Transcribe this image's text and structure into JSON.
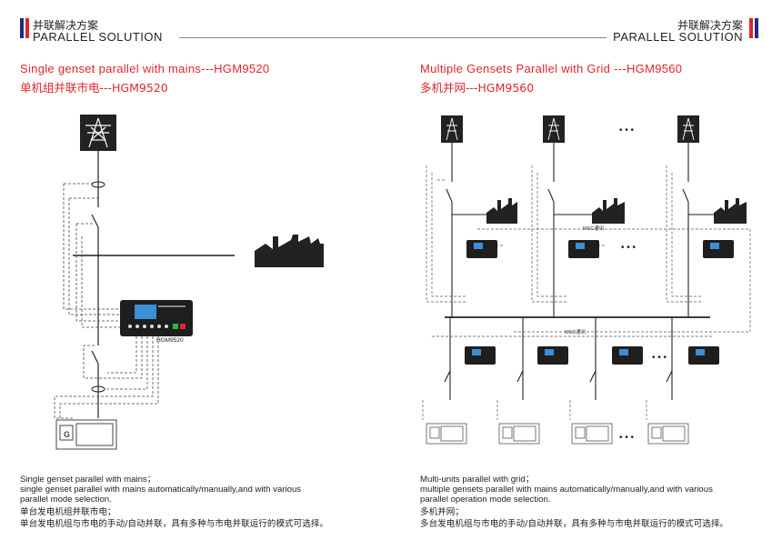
{
  "header": {
    "left_cn": "并联解决方案",
    "left_en": "PARALLEL SOLUTION",
    "right_cn": "并联解决方案",
    "right_en": "PARALLEL SOLUTION",
    "flag_colors": [
      "#1d2b83",
      "#e0262b"
    ]
  },
  "left": {
    "title_en": "Single genset parallel with mains---HGM9520",
    "title_cn": "单机组并联市电---HGM9520",
    "controller_label": "HGM9520",
    "desc_en_1": "Single genset parallel with mains；",
    "desc_en_2": "single genset parallel with mains automatically/manually,and with various",
    "desc_en_3": "parallel mode selection.",
    "desc_cn_1": "单台发电机组并联市电；",
    "desc_cn_2": "单台发电机组与市电的手动/自动并联，具有多种与市电并联运行的模式可选择。"
  },
  "right": {
    "title_en": "Multiple Gensets Parallel with Grid ---HGM9560",
    "title_cn": "多机并网---HGM9560",
    "msc_label": "MSC通讯",
    "ellipsis": "• • •",
    "desc_en_1": "Multi-units parallel with grid；",
    "desc_en_2": "multiple gensets parallel with mains automatically/manually,and with various",
    "desc_en_3": "parallel operation mode selection.",
    "desc_cn_1": "多机并网；",
    "desc_cn_2": "多台发电机组与市电的手动/自动并联，具有多种与市电并联运行的模式可选择。"
  },
  "colors": {
    "accent": "#e0262b",
    "line": "#222222"
  }
}
